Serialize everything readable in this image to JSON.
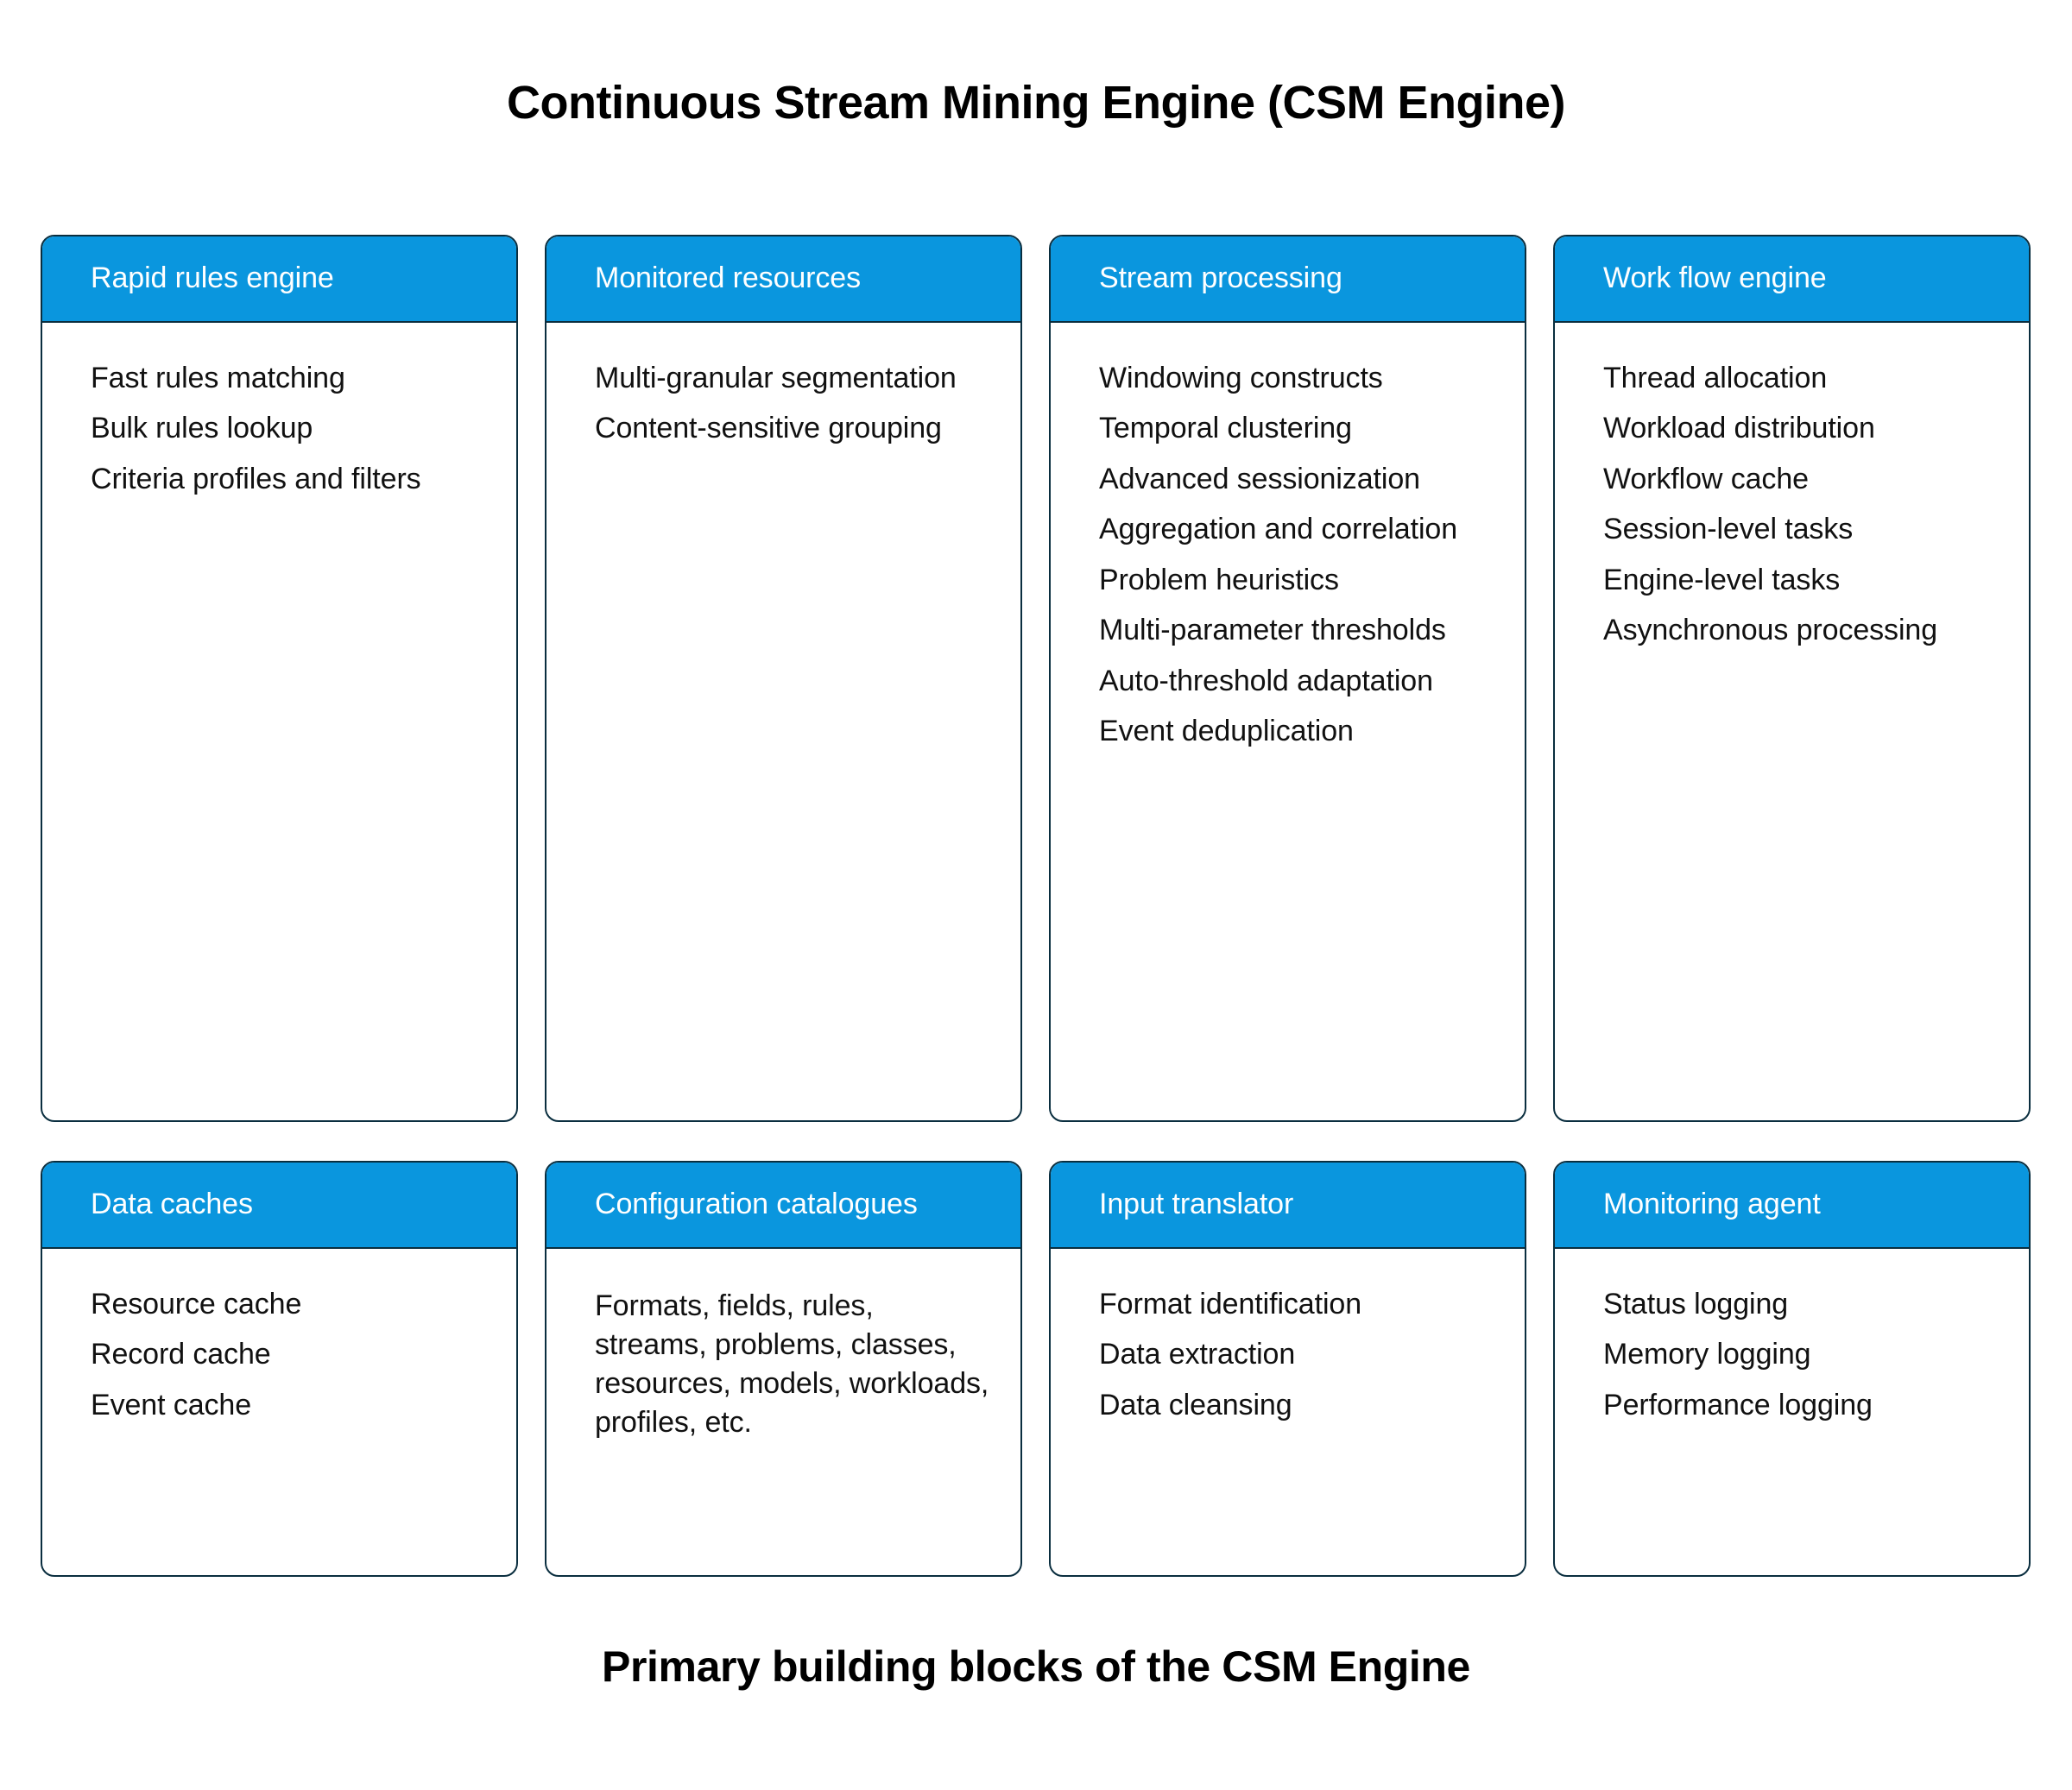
{
  "page": {
    "title": "Continuous Stream Mining Engine (CSM Engine)",
    "caption": "Primary building blocks of the CSM Engine"
  },
  "theme": {
    "header_blue": "#0A96DE",
    "border_navy": "#0A2E3F",
    "card_background": "#FFFFFF",
    "header_text": "#FFFFFF",
    "body_text": "#111111",
    "page_background": "#FFFFFF"
  },
  "grid": {
    "columns": 4,
    "rows": 2
  },
  "cards": [
    {
      "id": "rapid-rules-engine",
      "header": "Rapid rules engine",
      "layout": "list",
      "items": [
        "Fast rules matching",
        "Bulk rules lookup",
        "Criteria profiles and filters"
      ]
    },
    {
      "id": "monitored-resources",
      "header": "Monitored resources",
      "layout": "list",
      "items": [
        "Multi-granular segmentation",
        "Content-sensitive grouping"
      ]
    },
    {
      "id": "stream-processing",
      "header": "Stream processing",
      "layout": "list",
      "items": [
        "Windowing constructs",
        "Temporal clustering",
        "Advanced sessionization",
        "Aggregation and correlation",
        "Problem heuristics",
        "Multi-parameter thresholds",
        "Auto-threshold adaptation",
        "Event deduplication"
      ]
    },
    {
      "id": "work-flow-engine",
      "header": "Work flow engine",
      "layout": "list",
      "items": [
        "Thread allocation",
        "Workload distribution",
        "Workflow cache",
        "Session-level tasks",
        "Engine-level tasks",
        "Asynchronous processing"
      ]
    },
    {
      "id": "data-caches",
      "header": "Data caches",
      "layout": "list",
      "items": [
        "Resource cache",
        "Record cache",
        "Event cache"
      ]
    },
    {
      "id": "configuration-catalogues",
      "header": "Configuration catalogues",
      "layout": "paragraph",
      "items": [
        "Formats, fields, rules, streams, problems, classes, resources, models, workloads, profiles, etc."
      ]
    },
    {
      "id": "input-translator",
      "header": "Input translator",
      "layout": "list",
      "items": [
        "Format identification",
        "Data extraction",
        "Data cleansing"
      ]
    },
    {
      "id": "monitoring-agent",
      "header": "Monitoring agent",
      "layout": "list",
      "items": [
        "Status logging",
        "Memory logging",
        "Performance logging"
      ]
    }
  ]
}
